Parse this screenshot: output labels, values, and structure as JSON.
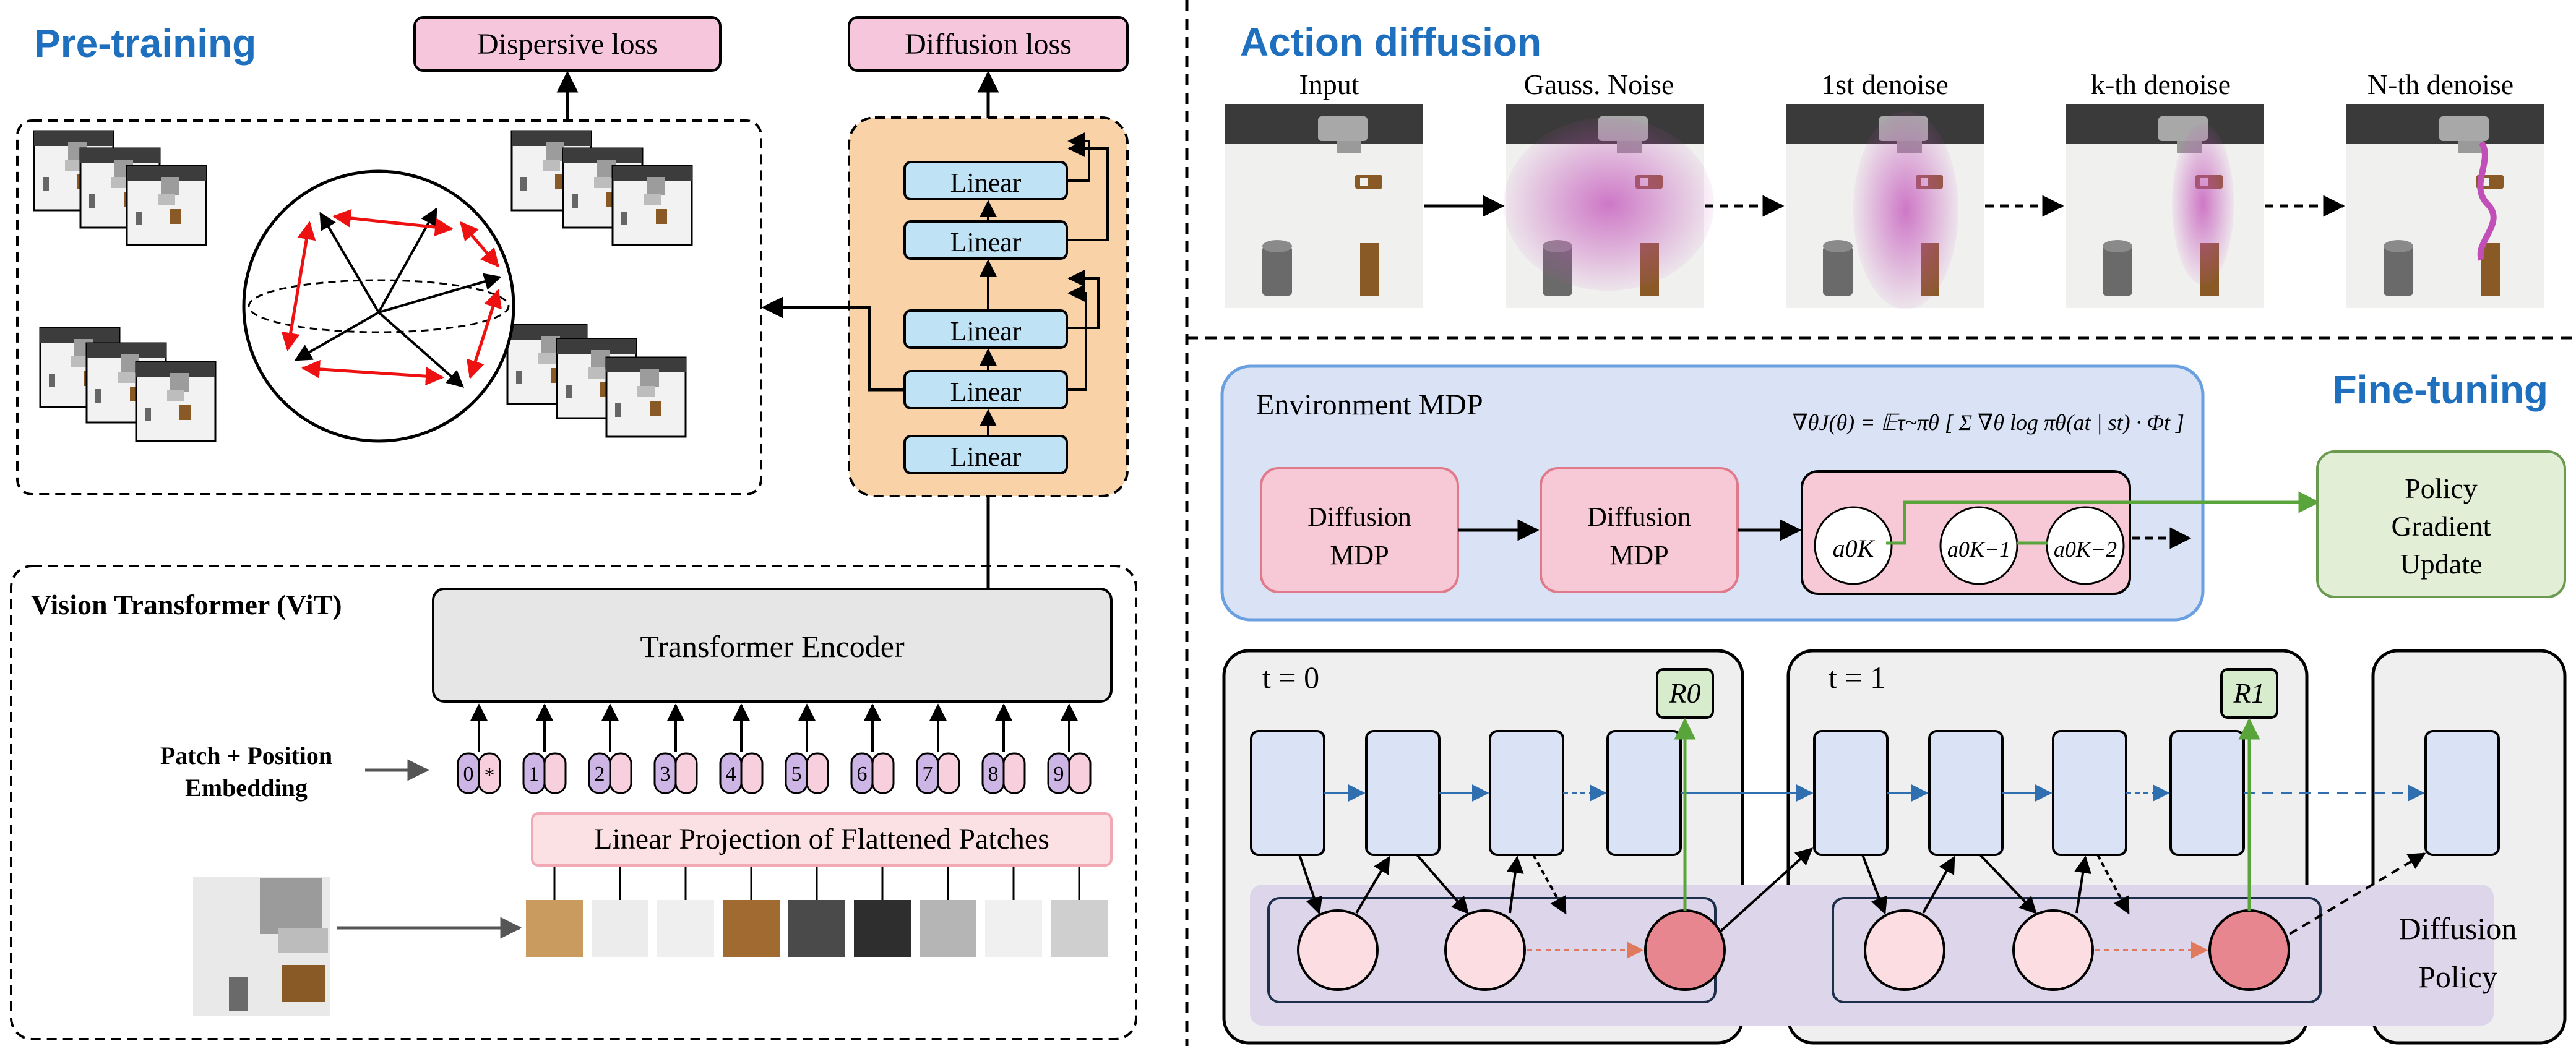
{
  "pretraining": {
    "title": "Pre-training",
    "dispersive_loss": "Dispersive loss",
    "diffusion_loss": "Diffusion loss",
    "linear_labels": [
      "Linear",
      "Linear",
      "Linear",
      "Linear",
      "Linear"
    ]
  },
  "vit": {
    "title": "Vision Transformer (ViT)",
    "encoder": "Transformer Encoder",
    "patch_embedding_line1": "Patch + Position",
    "patch_embedding_line2": "Embedding",
    "projection": "Linear Projection of Flattened Patches",
    "tokens": [
      "0",
      "*",
      "1",
      "2",
      "3",
      "4",
      "5",
      "6",
      "7",
      "8",
      "9"
    ]
  },
  "action_diffusion": {
    "title": "Action diffusion",
    "stages": [
      "Input",
      "Gauss. Noise",
      "1st denoise",
      "k-th denoise",
      "N-th denoise"
    ]
  },
  "finetuning": {
    "title": "Fine-tuning",
    "env_mdp": "Environment MDP",
    "formula": "∇θJ(θ) = 𝔼τ~πθ [ Σ ∇θ log πθ(at | st) · Φt ]",
    "diffusion_mdp_1_line1": "Diffusion",
    "diffusion_mdp_1_line2": "MDP",
    "diffusion_mdp_2_line1": "Diffusion",
    "diffusion_mdp_2_line2": "MDP",
    "policy_line1": "Policy",
    "policy_line2": "Gradient",
    "policy_line3": "Update",
    "chain_actions": [
      "a0K",
      "a0K−1",
      "a0K−2"
    ],
    "timestep_0": "t = 0",
    "timestep_1": "t = 1",
    "reward_0": "R0",
    "reward_1": "R1",
    "diffusion_policy_line1": "Diffusion",
    "diffusion_policy_line2": "Policy"
  }
}
